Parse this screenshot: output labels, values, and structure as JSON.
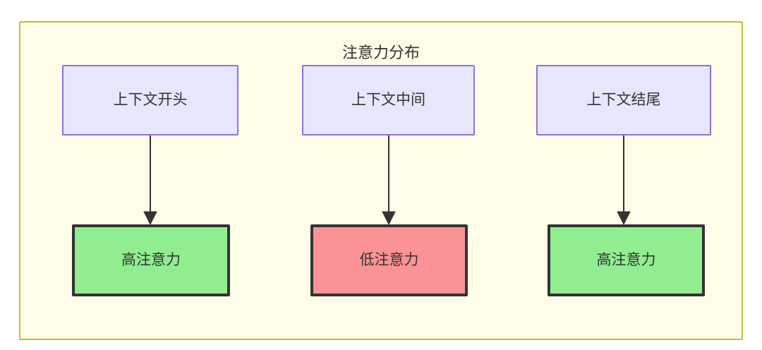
{
  "diagram": {
    "title": "注意力分布",
    "colors": {
      "frame_border": "#bfbf35",
      "frame_fill": "#fffde7",
      "context_fill": "#e6e6fd",
      "context_border": "#9370db",
      "high_attention_fill": "#90ee90",
      "low_attention_fill": "#fa9298",
      "node_border_dark": "#333333",
      "edge": "#333333"
    },
    "context_nodes": [
      {
        "id": "ctx-start",
        "label": "上下文开头"
      },
      {
        "id": "ctx-middle",
        "label": "上下文中间"
      },
      {
        "id": "ctx-end",
        "label": "上下文结尾"
      }
    ],
    "attention_nodes": [
      {
        "id": "attn-high-start",
        "label": "高注意力",
        "level": "high"
      },
      {
        "id": "attn-low-middle",
        "label": "低注意力",
        "level": "low"
      },
      {
        "id": "attn-high-end",
        "label": "高注意力",
        "level": "high"
      }
    ],
    "edges": [
      {
        "from": "上下文开头",
        "to": "高注意力"
      },
      {
        "from": "上下文中间",
        "to": "低注意力"
      },
      {
        "from": "上下文结尾",
        "to": "高注意力"
      }
    ]
  }
}
